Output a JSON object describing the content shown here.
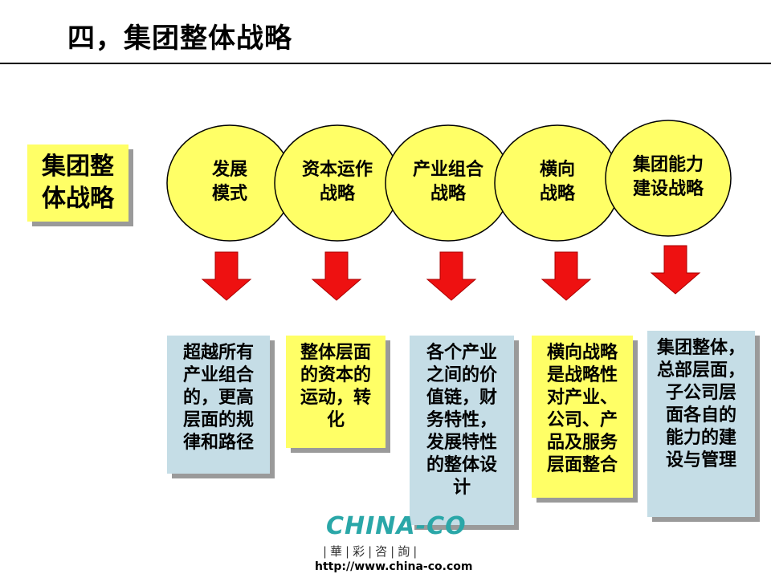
{
  "title": "四，集团整体战略",
  "side_label": "集团整\n体战略",
  "ellipses": [
    {
      "label": "发展\n模式"
    },
    {
      "label": "资本运作\n战略"
    },
    {
      "label": "产业组合\n战略"
    },
    {
      "label": "横向\n战略"
    },
    {
      "label": "集团能力\n建设战略"
    }
  ],
  "boxes": [
    {
      "text": "超越所有\n产业组合\n的，更高\n层面的规\n律和路径",
      "color": "blue"
    },
    {
      "text": "整体层面\n的资本的\n运动，转\n化",
      "color": "yellow"
    },
    {
      "text": "各个产业\n之间的价\n值链，财\n务特性，\n发展特性\n的整体设\n计",
      "color": "blue"
    },
    {
      "text": "横向战略\n是战略性\n对产业、\n公司、产\n品及服务\n层面整合",
      "color": "yellow"
    },
    {
      "text": "集团整体，\n总部层面，\n子公司层\n面各自的\n能力的建\n设与管理",
      "color": "blue"
    }
  ],
  "colors": {
    "ellipse_fill": "#ffff66",
    "arrow_fill": "#ee1111",
    "box_blue": "#c5dde6",
    "box_yellow": "#ffff66"
  },
  "logo": {
    "text": "CHINA-CO",
    "sub": "|華|彩|咨|詢|",
    "url": "http://www.china-co.com"
  }
}
